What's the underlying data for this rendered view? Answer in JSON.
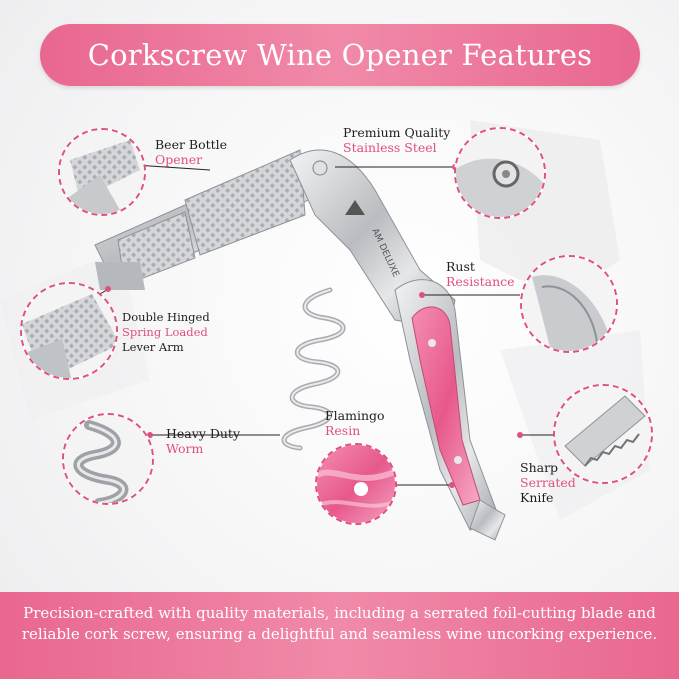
{
  "title": "Corkscrew Wine Opener Features",
  "brand_mark": "AM DELUXE",
  "features": {
    "beer_bottle": {
      "line1": "Beer Bottle",
      "line2": "Opener"
    },
    "premium": {
      "line1": "Premium Quality",
      "line2": "Stainless Steel"
    },
    "rust": {
      "line1": "Rust",
      "line2": "Resistance"
    },
    "hinged": {
      "line1": "Double Hinged",
      "line2": "Spring Loaded",
      "line3": "Lever Arm"
    },
    "worm": {
      "line1": "Heavy Duty",
      "line2": "Worm"
    },
    "flamingo": {
      "line1": "Flamingo",
      "line2": "Resin"
    },
    "knife": {
      "line1": "Sharp",
      "line2": "Serrated",
      "line3": "Knife"
    }
  },
  "description": "Precision-crafted with quality materials, including a serrated foil-cutting blade and reliable cork screw, ensuring a delightful and seamless wine uncorking experience.",
  "colors": {
    "accent_pink": "#e9678f",
    "label_pink": "#e0507c",
    "resin_pink": "#ec5d93",
    "steel": "#c9cbce"
  }
}
